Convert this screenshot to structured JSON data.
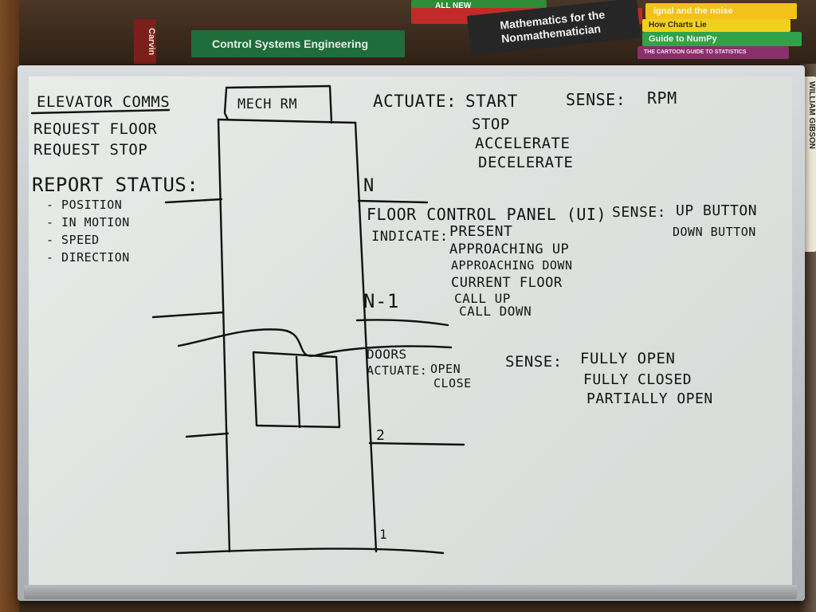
{
  "books": {
    "control_systems": "Control Systems Engineering",
    "math_nonmath": "Mathematics for the Nonmathematician",
    "numpy": "Guide to NumPy",
    "charts_lie": "How Charts Lie",
    "signal_noise": "ignal and the noise",
    "all_new": "ALL NEW",
    "cartoon_stats": "THE CARTOON GUIDE TO STATISTICS",
    "william_gibson": "WILLIAM GIBSON",
    "carvin": "Carvin"
  },
  "whiteboard": {
    "heading": "ELEVATOR COMMS",
    "requests": [
      "REQUEST FLOOR",
      "REQUEST STOP"
    ],
    "report_status_label": "REPORT STATUS:",
    "report_items": [
      "- POSITION",
      "- IN MOTION",
      "- SPEED",
      "- DIRECTION"
    ],
    "mech_room": "MECH RM",
    "motor": {
      "actuate_label": "ACTUATE:",
      "actions": [
        "START",
        "STOP",
        "ACCELERATE",
        "DECELERATE"
      ],
      "sense_label": "SENSE:",
      "sense": "RPM"
    },
    "floor_labels": [
      "N",
      "N-1",
      "2",
      "1"
    ],
    "panel": {
      "title": "FLOOR CONTROL PANEL (UI)",
      "indicate_label": "INDICATE:",
      "indicators": [
        "PRESENT",
        "APPROACHING UP",
        "APPROACHING DOWN",
        "CURRENT FLOOR",
        "CALL UP",
        "CALL DOWN"
      ],
      "sense_label": "SENSE:",
      "sense": [
        "UP BUTTON",
        "DOWN BUTTON"
      ]
    },
    "doors": {
      "title": "DOORS",
      "actuate_label": "ACTUATE:",
      "actions": [
        "OPEN",
        "CLOSE"
      ],
      "sense_label": "SENSE:",
      "sense": [
        "FULLY OPEN",
        "FULLY CLOSED",
        "PARTIALLY OPEN"
      ]
    }
  }
}
